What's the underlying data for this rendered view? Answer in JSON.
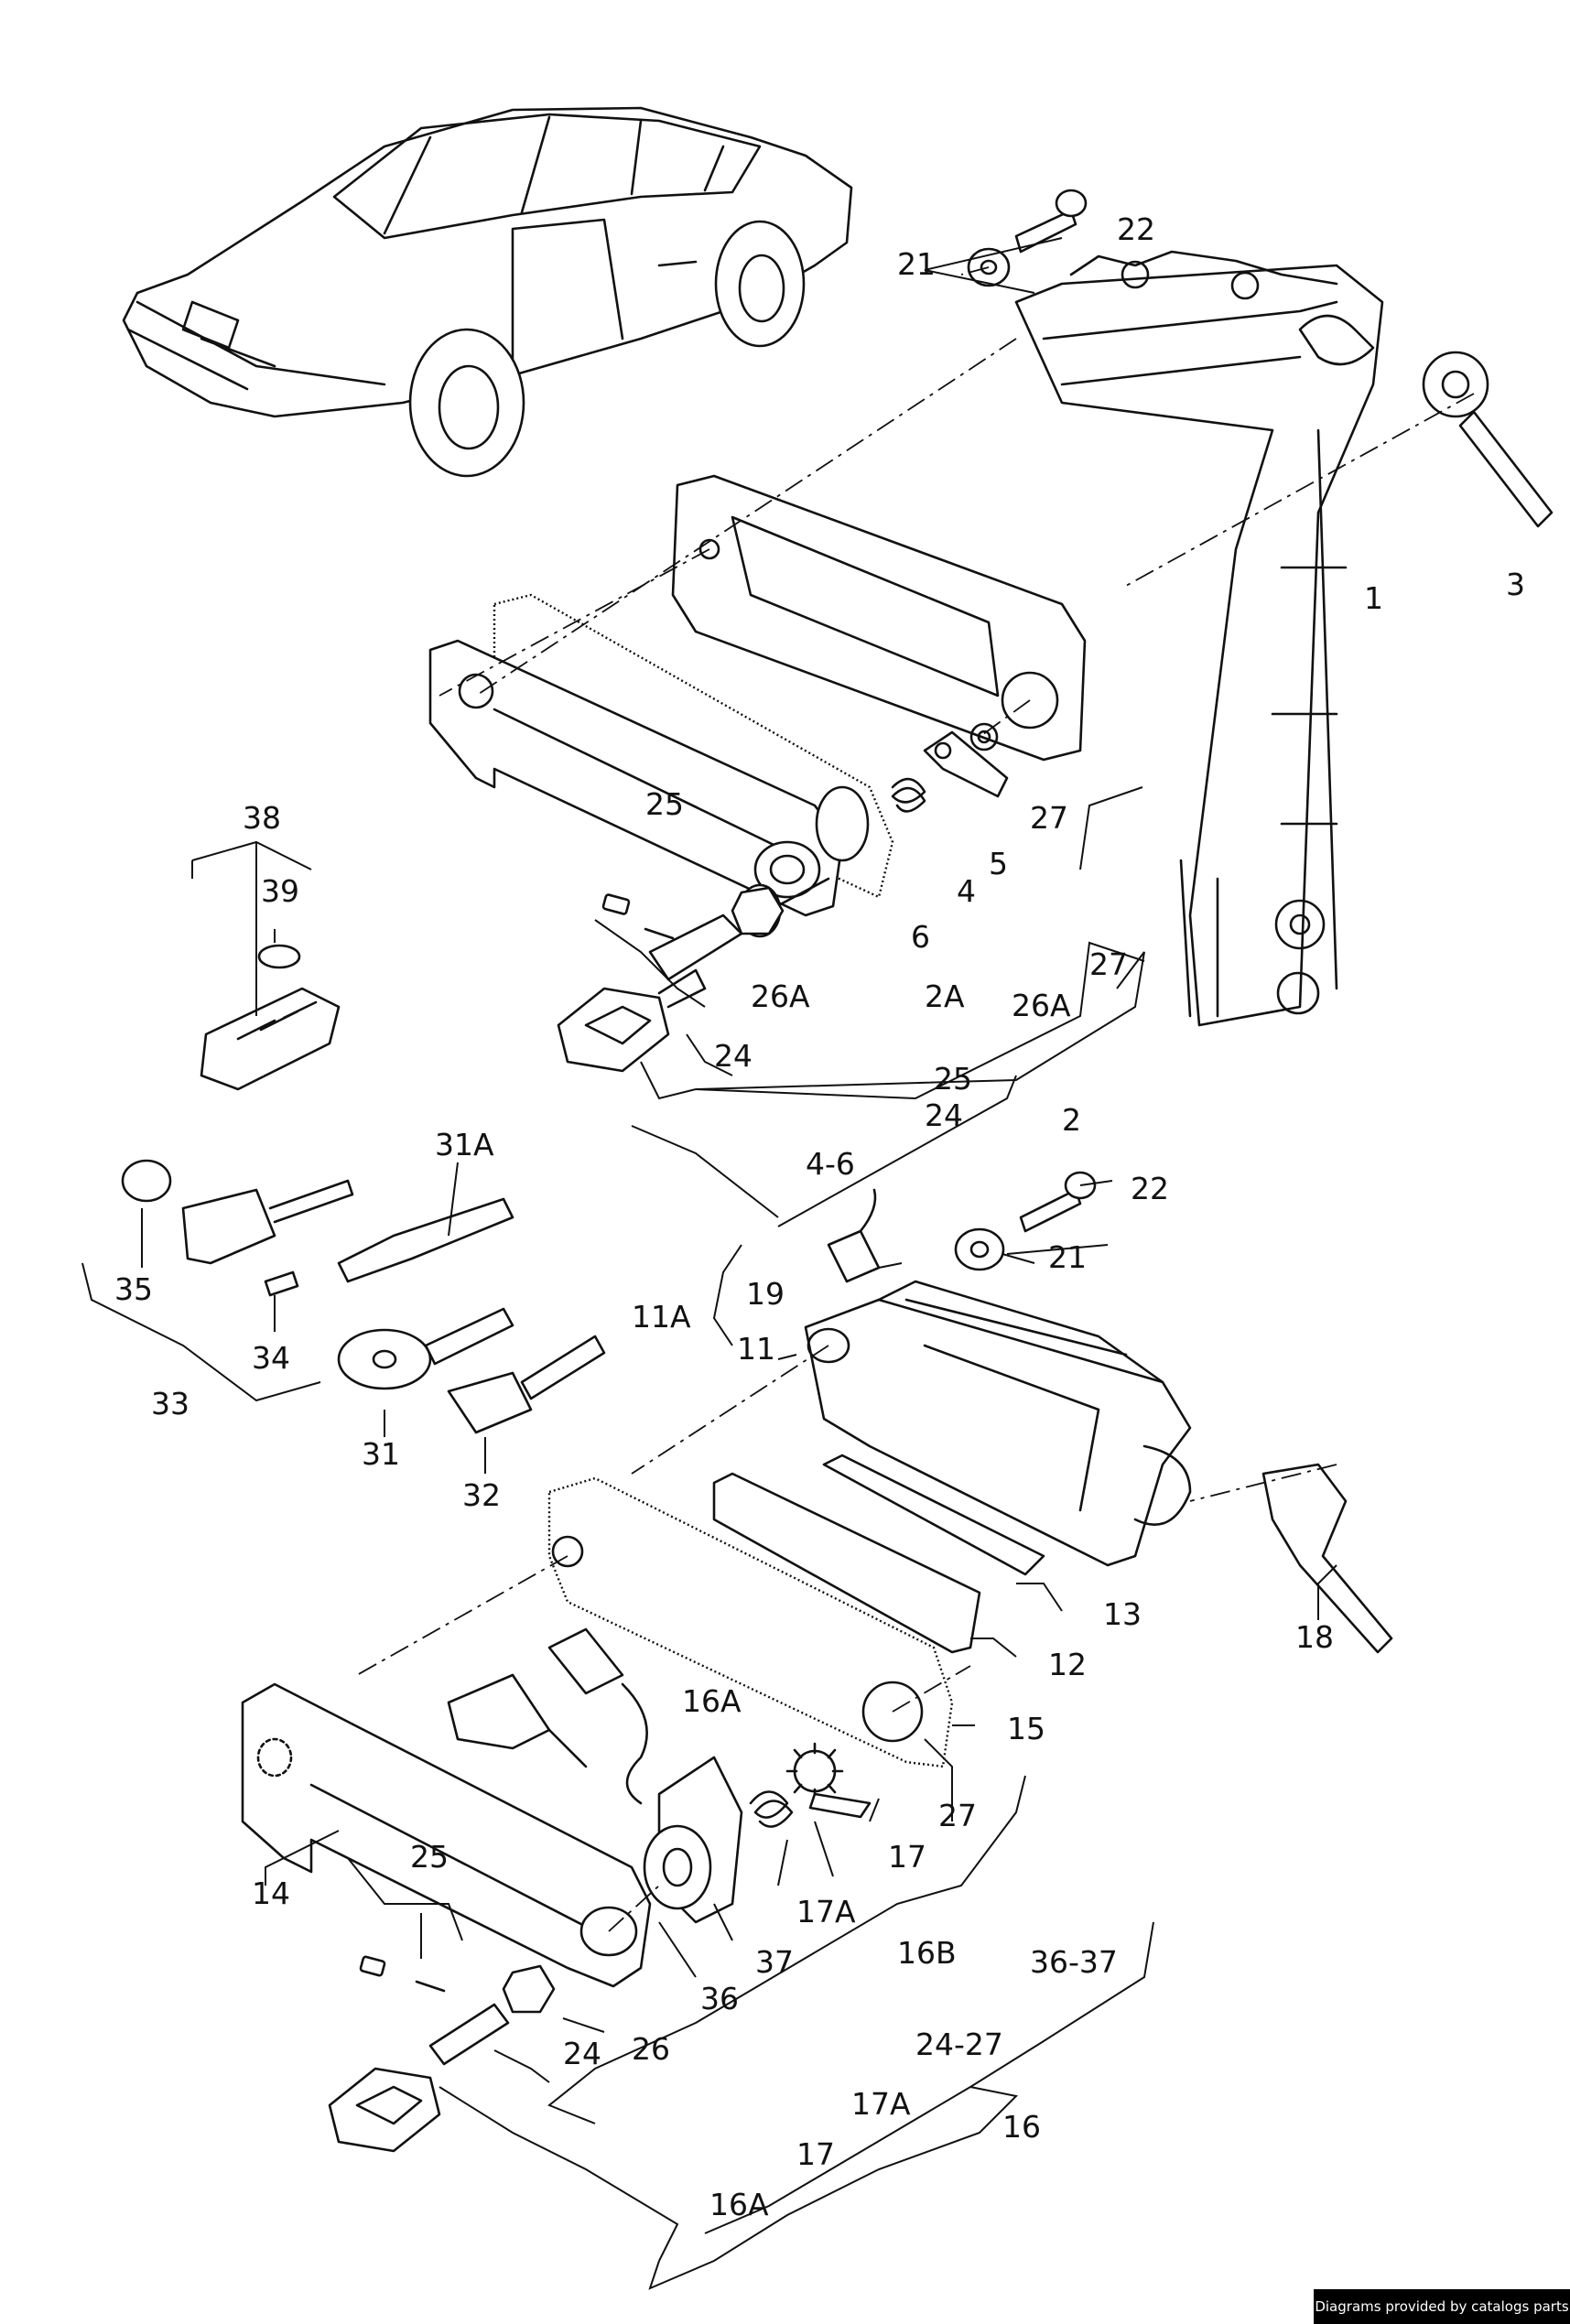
{
  "credit": "Diagrams provided by catalogs parts",
  "labels": {
    "p1": "1",
    "p2": "2",
    "p2A": "2A",
    "p3": "3",
    "p4": "4",
    "p4_6": "4-6",
    "p5": "5",
    "p6": "6",
    "p11": "11",
    "p11A": "11A",
    "p12": "12",
    "p13": "13",
    "p14": "14",
    "p15": "15",
    "p16": "16",
    "p16A_a": "16A",
    "p16A_b": "16A",
    "p16B": "16B",
    "p17_a": "17",
    "p17_b": "17",
    "p17A_a": "17A",
    "p17A_b": "17A",
    "p18": "18",
    "p19": "19",
    "p21_a": "21",
    "p21_b": "21",
    "p22_a": "22",
    "p22_b": "22",
    "p24_a": "24",
    "p24_b": "24",
    "p24_c": "24",
    "p24_27": "24-27",
    "p25_a": "25",
    "p25_b": "25",
    "p25_c": "25",
    "p26": "26",
    "p26A_a": "26A",
    "p26A_b": "26A",
    "p27_a": "27",
    "p27_b": "27",
    "p27_c": "27",
    "p31": "31",
    "p31A": "31A",
    "p32": "32",
    "p33": "33",
    "p34": "34",
    "p35": "35",
    "p36": "36",
    "p36_37": "36-37",
    "p37": "37",
    "p38": "38",
    "p39": "39"
  }
}
